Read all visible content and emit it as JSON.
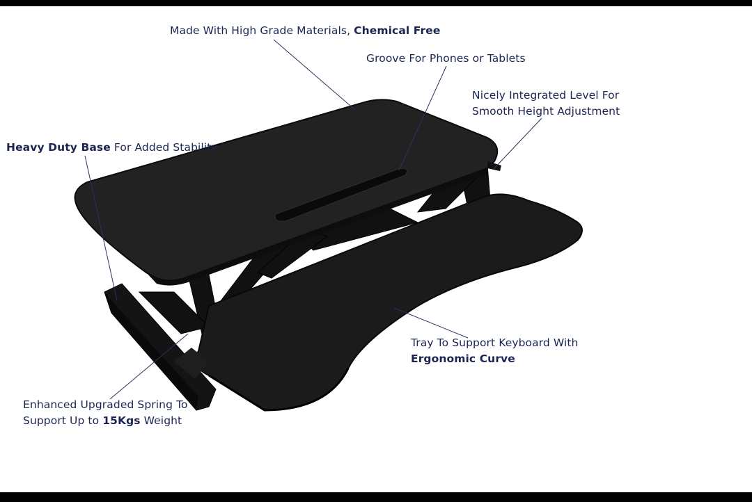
{
  "colors": {
    "label_text": "#1c2452",
    "leader_line": "#2a3260",
    "desk_top": "#202020",
    "desk_edge": "#0d0d0d",
    "frame": "#111111",
    "letterbox_bars": "#000000"
  },
  "callouts": {
    "materials": {
      "text": "Made With High Grade Materials, ",
      "bold": "Chemical Free"
    },
    "groove": {
      "text": "Groove For Phones or Tablets"
    },
    "level": {
      "line1": "Nicely Integrated Level For",
      "line2": "Smooth Height Adjustment"
    },
    "base": {
      "bold": "Heavy Duty Base",
      "text": " For Added Stability"
    },
    "tray": {
      "line1": "Tray To Support Keyboard With",
      "line2_bold": "Ergonomic Curve"
    },
    "spring": {
      "line1": "Enhanced Upgraded Spring To",
      "line2_pre": "Support Up to ",
      "line2_bold": "15Kgs",
      "line2_post": " Weight"
    }
  }
}
